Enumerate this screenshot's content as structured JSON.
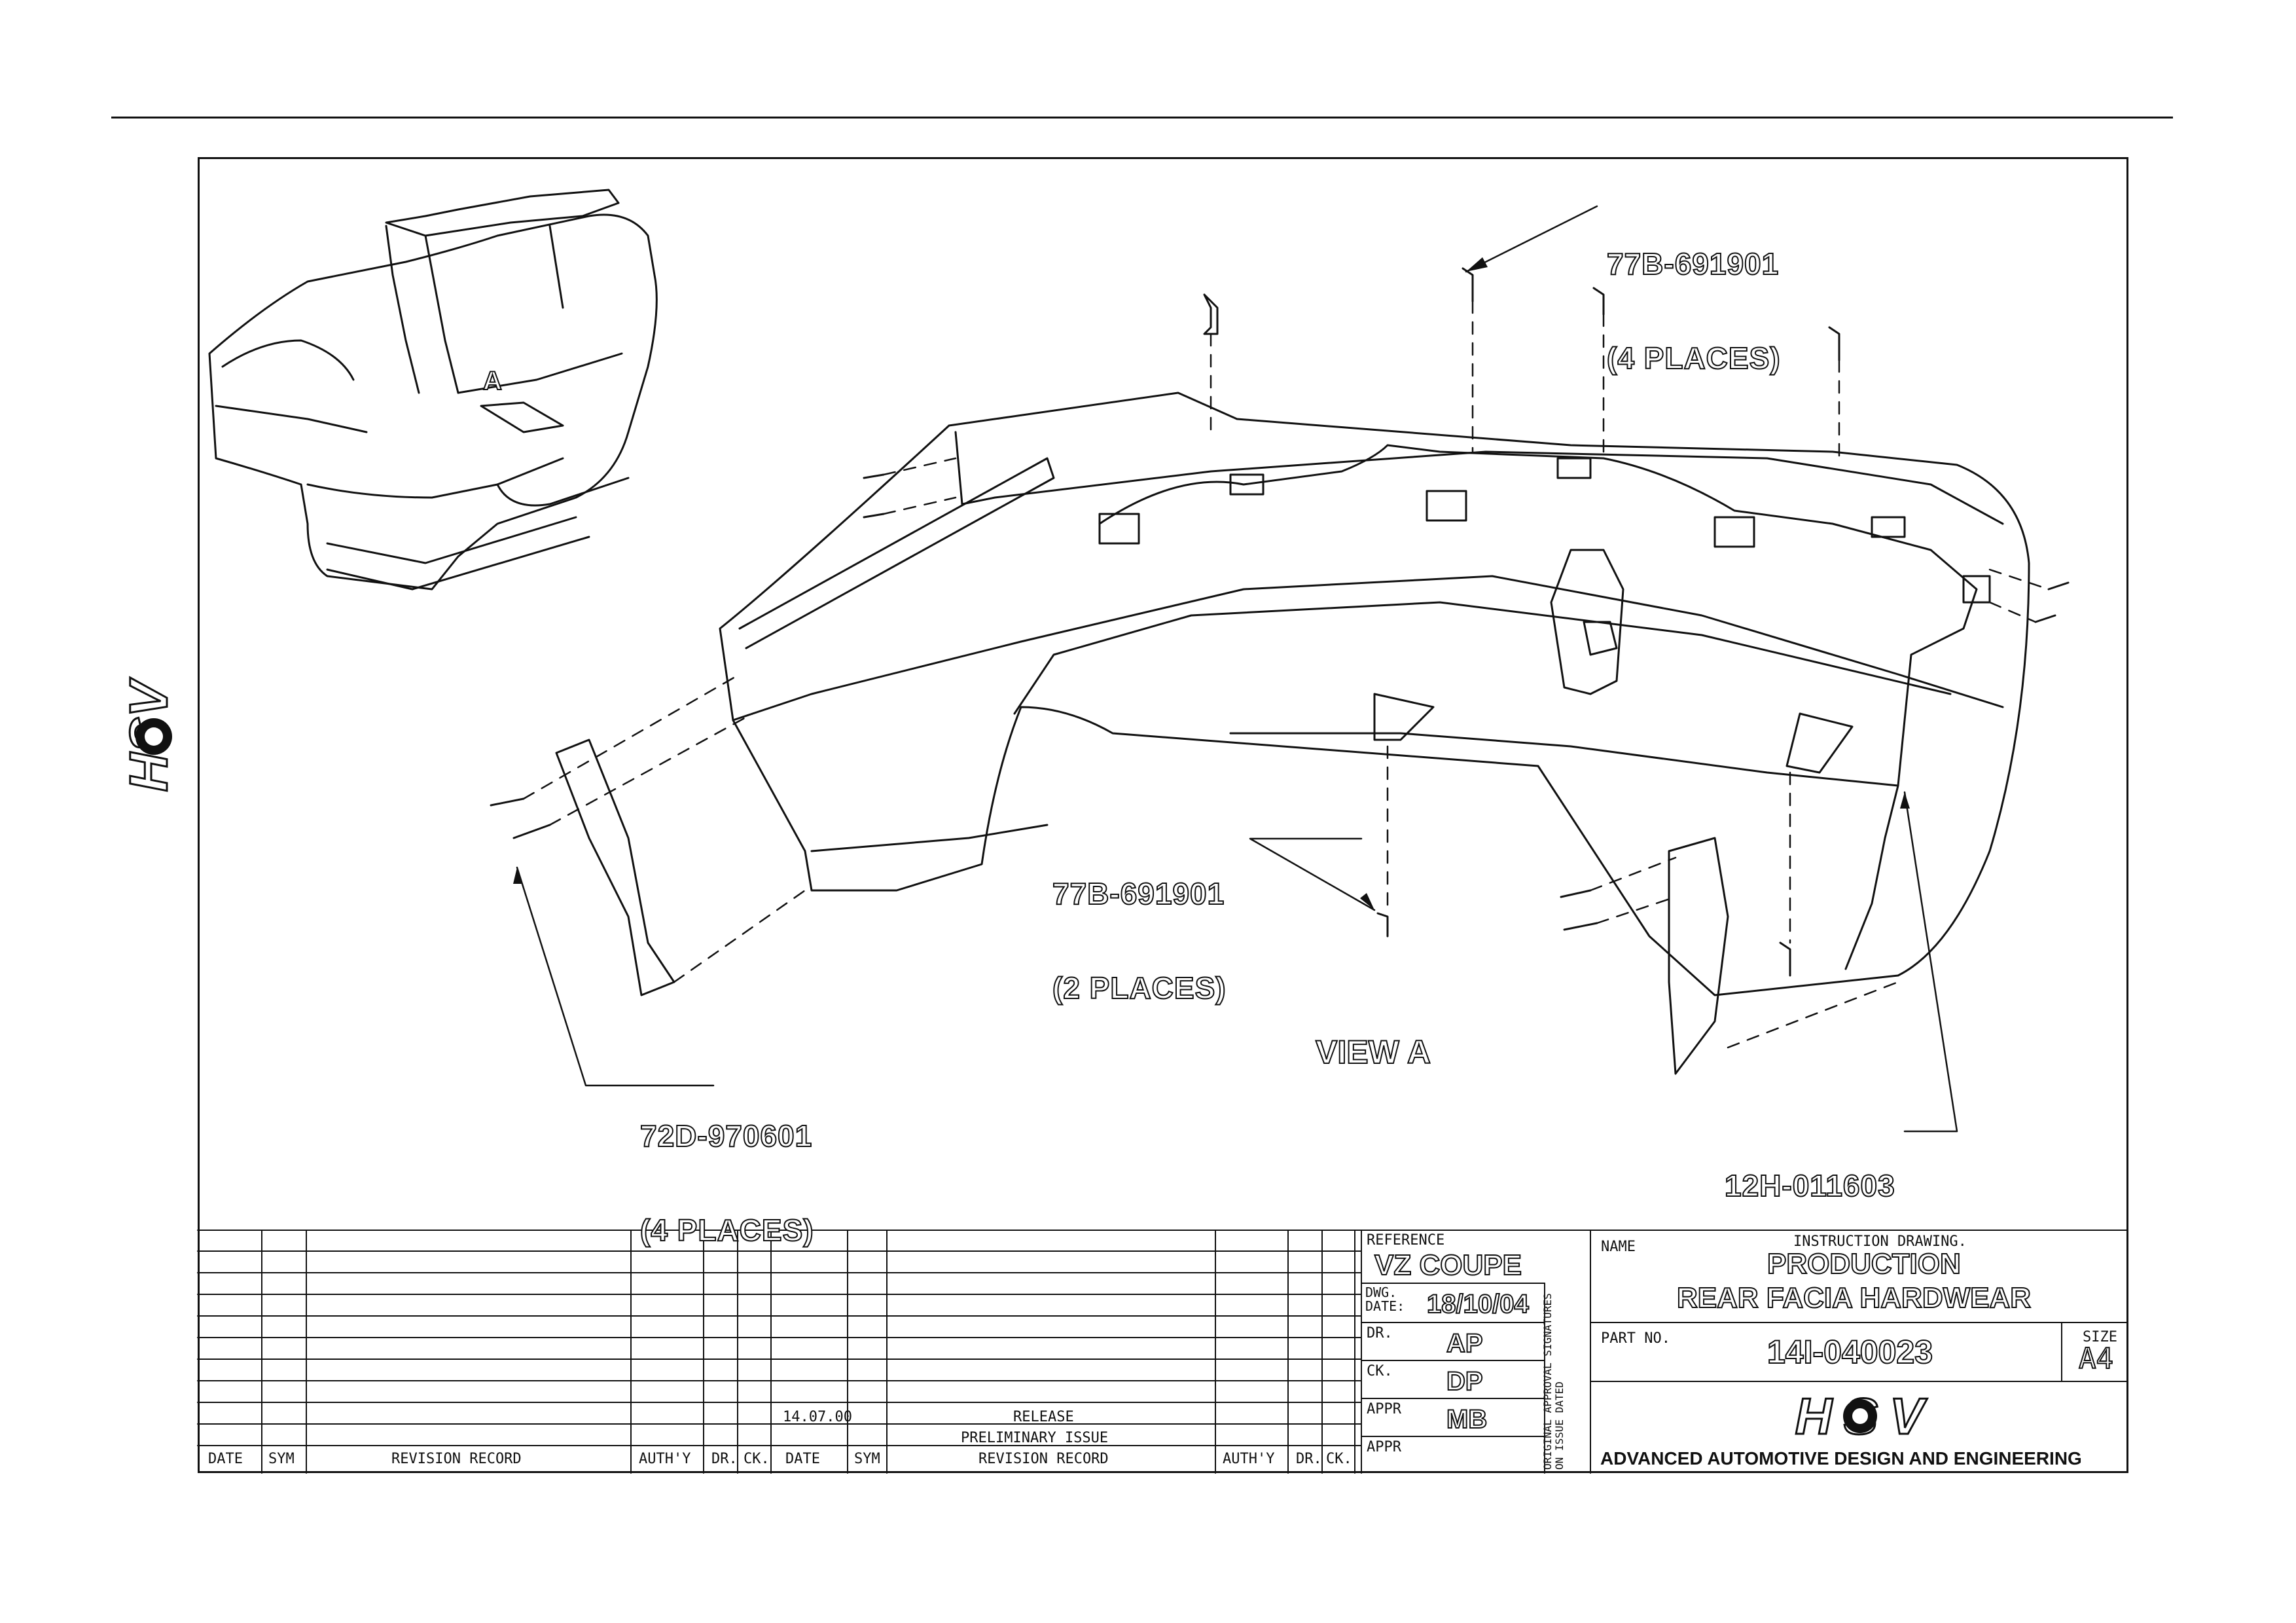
{
  "callouts": {
    "c1": {
      "part": "77B-691901",
      "qty": "(4 PLACES)"
    },
    "c2": {
      "part": "77B-691901",
      "qty": "(2 PLACES)"
    },
    "c3": {
      "part": "72D-970601",
      "qty": "(4 PLACES)"
    },
    "c4": {
      "part": "12H-011603"
    }
  },
  "view_label": "VIEW A",
  "detail_marker": "A",
  "revision_table": {
    "headers_left": [
      "DATE",
      "SYM",
      "REVISION RECORD",
      "AUTH'Y",
      "DR.",
      "CK."
    ],
    "headers_right": [
      "DATE",
      "SYM",
      "REVISION RECORD",
      "AUTH'Y",
      "DR.",
      "CK."
    ],
    "entries": [
      {
        "date": "14.07.00",
        "record": "RELEASE"
      },
      {
        "date": "",
        "record": "PRELIMINARY ISSUE"
      }
    ]
  },
  "title_block": {
    "reference_label": "REFERENCE",
    "reference": "VZ COUPE",
    "dwg_date_label": "DWG.\nDATE:",
    "dwg_date": "18/10/04",
    "dr_label": "DR.",
    "dr": "AP",
    "ck_label": "CK.",
    "ck": "DP",
    "appr_label": "APPR",
    "appr": "MB",
    "appr2_label": "APPR",
    "vertical_note": "ORIGINAL APPROVAL SIGNATURES ON ISSUE DATED",
    "name_label": "NAME",
    "name_caption": "INSTRUCTION DRAWING.",
    "name_line1": "PRODUCTION",
    "name_line2": "REAR FACIA HARDWEAR",
    "part_no_label": "PART NO.",
    "part_no": "14I-040023",
    "size_label": "SIZE",
    "size": "A4",
    "company": "ADVANCED AUTOMOTIVE DESIGN AND ENGINEERING"
  },
  "logo": "HSV"
}
